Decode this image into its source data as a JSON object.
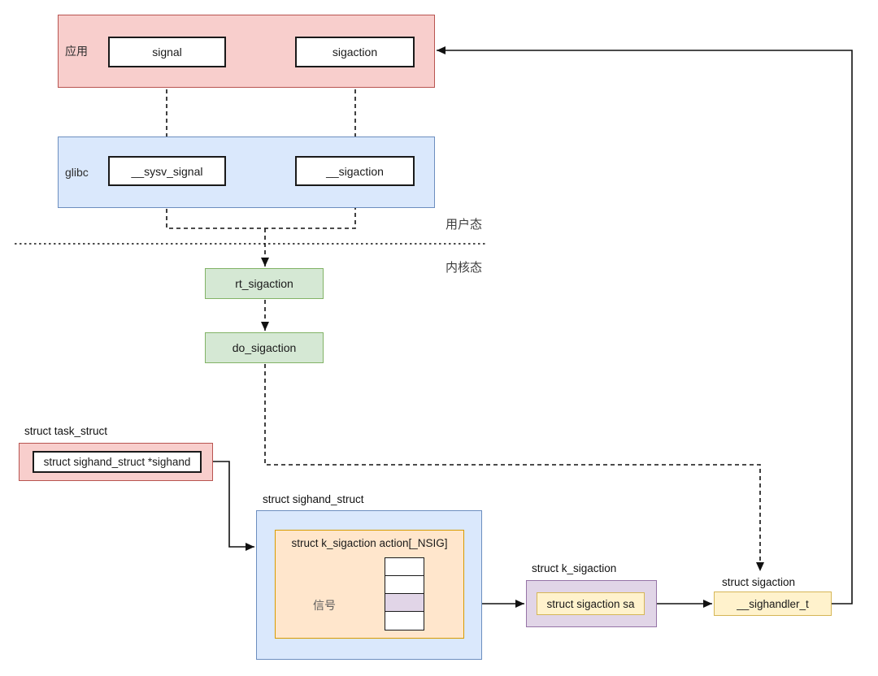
{
  "layers": {
    "app": {
      "label": "应用",
      "functions": [
        "signal",
        "sigaction"
      ]
    },
    "glibc": {
      "label": "glibc",
      "functions": [
        "__sysv_signal",
        "__sigaction"
      ]
    }
  },
  "mode_labels": {
    "user": "用户态",
    "kernel": "内核态"
  },
  "kernel_functions": [
    "rt_sigaction",
    "do_sigaction"
  ],
  "structs": {
    "task_struct": {
      "title": "struct task_struct",
      "field": "struct sighand_struct *sighand"
    },
    "sighand_struct": {
      "title": "struct sighand_struct",
      "array_label": "struct k_sigaction action[_NSIG]",
      "signal_pointer_label": "信号",
      "array_cell_count": 4,
      "selected_cell_index": 2
    },
    "k_sigaction": {
      "title": "struct k_sigaction",
      "field": "struct sigaction sa"
    },
    "sigaction": {
      "title": "struct sigaction",
      "field": "__sighandler_t"
    }
  },
  "colors": {
    "app_fill": "#f8cecc",
    "app_stroke": "#b85450",
    "glibc_fill": "#dae8fc",
    "glibc_stroke": "#6c8ebf",
    "kernel_fn_fill": "#d5e8d4",
    "kernel_fn_stroke": "#82b366",
    "array_fill": "#ffe6cc",
    "array_stroke": "#d79b00",
    "k_sigaction_fill": "#e1d5e7",
    "k_sigaction_stroke": "#9673a6",
    "sigaction_fill": "#fff2cc",
    "sigaction_stroke": "#d6b656",
    "selected_cell_fill": "#e1d5e7",
    "line": "#111111"
  }
}
